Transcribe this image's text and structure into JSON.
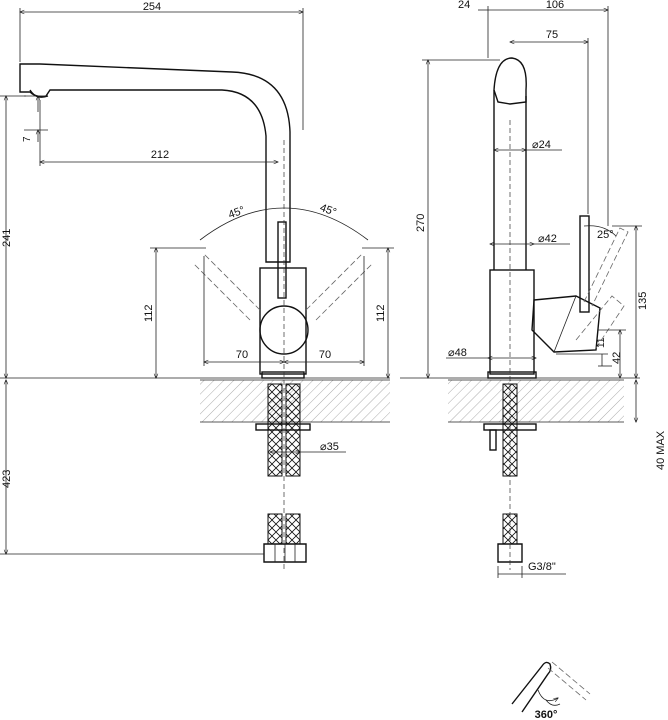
{
  "front": {
    "overall_width": "254",
    "reach": "212",
    "height": "241",
    "lever_angle_left": "45°",
    "lever_angle_right": "45°",
    "swing_left": "70",
    "swing_right": "70",
    "lever_height_left": "112",
    "lever_height_right": "112",
    "small_dim": "7",
    "hole_dia": "⌀35",
    "hose_length": "423"
  },
  "side": {
    "back_offset": "24",
    "depth": "106",
    "spout_offset": "75",
    "height": "270",
    "spout_dia": "⌀24",
    "body_dia": "⌀42",
    "lever_angle": "25°",
    "lever_height": "135",
    "dim_42": "42",
    "dim_11": "11",
    "base_dia": "⌀48",
    "max_thickness": "40 MAX",
    "thread": "G3/8\""
  },
  "rotation": {
    "label": "360°"
  }
}
